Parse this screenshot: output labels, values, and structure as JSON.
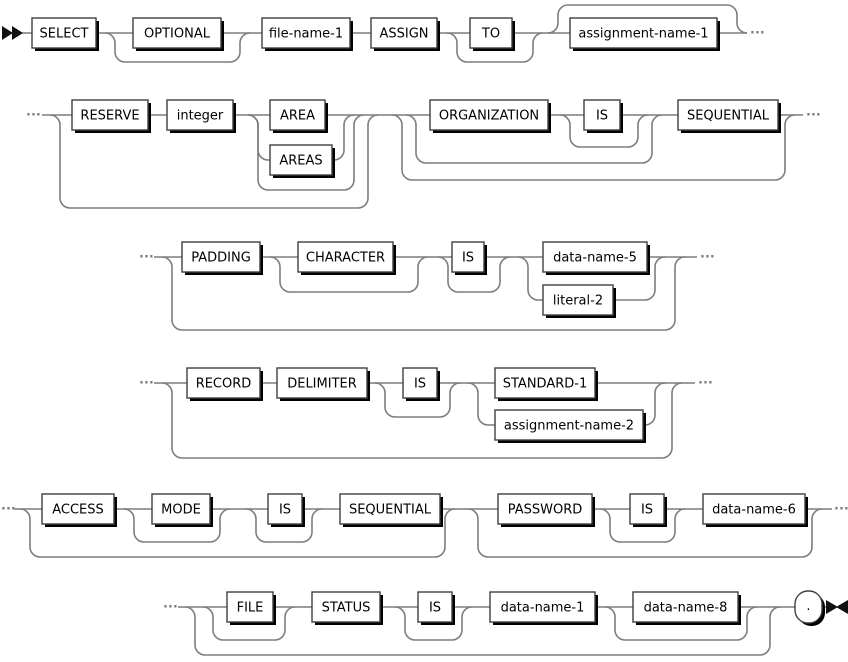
{
  "colors": {
    "background": "#ffffff",
    "line": "#7d7d7d",
    "box_fill": "#ffffff",
    "box_border": "#3f3f3f",
    "shadow": "#000000",
    "text": "#000000",
    "arrow": "#111111"
  },
  "symbols": {
    "continuation": "···"
  },
  "nodes": {
    "select": {
      "label": "SELECT"
    },
    "optional": {
      "label": "OPTIONAL"
    },
    "file_name_1": {
      "label": "file-name-1"
    },
    "assign": {
      "label": "ASSIGN"
    },
    "to": {
      "label": "TO"
    },
    "assignment_name_1": {
      "label": "assignment-name-1"
    },
    "reserve": {
      "label": "RESERVE"
    },
    "integer": {
      "label": "integer"
    },
    "area": {
      "label": "AREA"
    },
    "areas": {
      "label": "AREAS"
    },
    "organization": {
      "label": "ORGANIZATION"
    },
    "is_organization": {
      "label": "IS"
    },
    "sequential_organization": {
      "label": "SEQUENTIAL"
    },
    "padding": {
      "label": "PADDING"
    },
    "character": {
      "label": "CHARACTER"
    },
    "is_padding": {
      "label": "IS"
    },
    "data_name_5": {
      "label": "data-name-5"
    },
    "literal_2": {
      "label": "literal-2"
    },
    "record": {
      "label": "RECORD"
    },
    "delimiter": {
      "label": "DELIMITER"
    },
    "is_record": {
      "label": "IS"
    },
    "standard_1": {
      "label": "STANDARD-1"
    },
    "assignment_name_2": {
      "label": "assignment-name-2"
    },
    "access": {
      "label": "ACCESS"
    },
    "mode": {
      "label": "MODE"
    },
    "is_access": {
      "label": "IS"
    },
    "sequential_access": {
      "label": "SEQUENTIAL"
    },
    "password": {
      "label": "PASSWORD"
    },
    "is_password": {
      "label": "IS"
    },
    "data_name_6": {
      "label": "data-name-6"
    },
    "file": {
      "label": "FILE"
    },
    "status": {
      "label": "STATUS"
    },
    "is_file_status": {
      "label": "IS"
    },
    "data_name_1": {
      "label": "data-name-1"
    },
    "data_name_8": {
      "label": "data-name-8"
    },
    "period": {
      "label": "."
    }
  }
}
